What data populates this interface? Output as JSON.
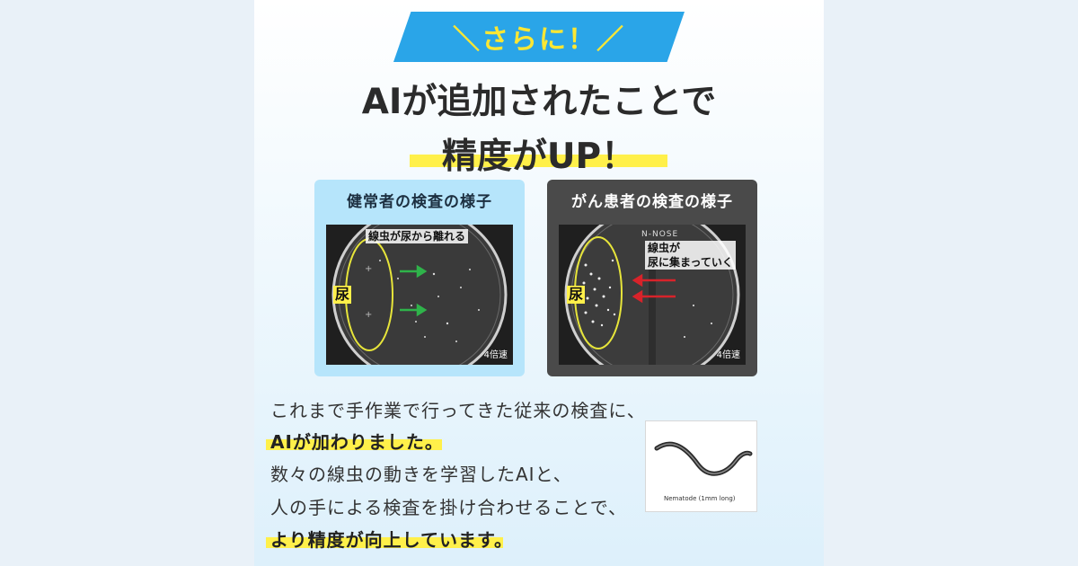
{
  "banner": {
    "text": "＼さらに！／"
  },
  "headline": {
    "line1": "AIが追加されたことで",
    "line2": "精度がUP！"
  },
  "cards": {
    "healthy": {
      "title": "健常者の検査の様子",
      "caption": "線虫が尿から離れる",
      "urine_label": "尿",
      "speed": "4倍速"
    },
    "cancer": {
      "title": "がん患者の検査の様子",
      "caption_line1": "線虫が",
      "caption_line2": "尿に集まっていく",
      "urine_label": "尿",
      "speed": "4倍速",
      "logo": "N-NOSE"
    }
  },
  "body": {
    "line1": "これまで手作業で行ってきた従来の検査に、",
    "line2": "AIが加わりました。",
    "line3": "数々の線虫の動きを学習したAIと、",
    "line4": "人の手による検査を掛け合わせることで、",
    "line5": "より精度が向上しています。"
  },
  "nematode": {
    "caption": "Nematode (1mm long)"
  },
  "colors": {
    "banner_bg": "#2aa5e8",
    "banner_text": "#fde733",
    "highlight": "#fff04a",
    "healthy_card": "#b6e5fb",
    "cancer_card": "#4a4a4a",
    "arrow_green": "#2fb34a",
    "arrow_red": "#d8232a",
    "urine_ring": "#e7e53a"
  }
}
